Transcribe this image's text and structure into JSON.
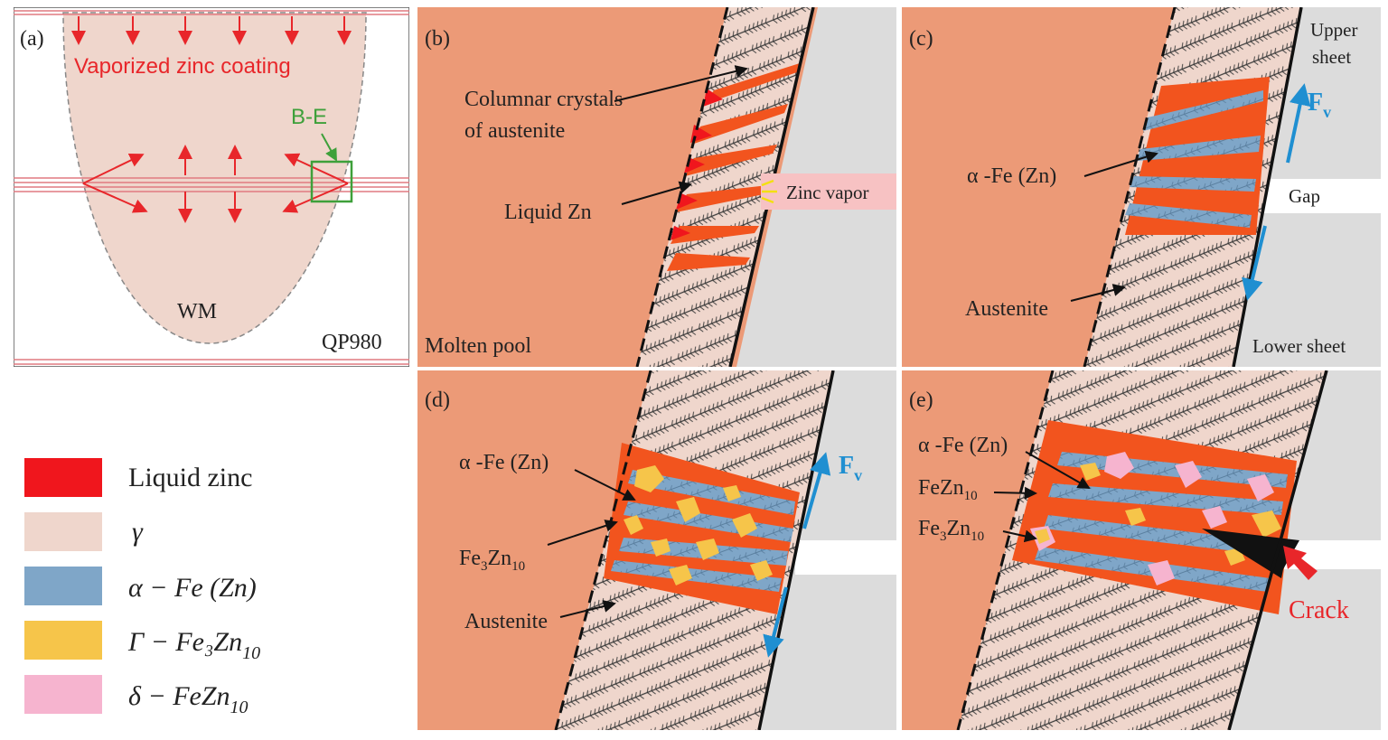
{
  "panel_a": {
    "label": "(a)",
    "coating_text": "Vaporized zinc coating",
    "box_label": "B-E",
    "wm_label": "WM",
    "material": "QP980"
  },
  "panel_b": {
    "label": "(b)",
    "columnar_line1": "Columnar crystals",
    "columnar_line2": "of austenite",
    "liquid_zn": "Liquid Zn",
    "zinc_vapor": "Zinc vapor",
    "molten_pool": "Molten pool"
  },
  "panel_c": {
    "label": "(c)",
    "upper_line1": "Upper",
    "upper_line2": "sheet",
    "fv": "F",
    "fv_sub": "v",
    "alpha": "α -Fe (Zn)",
    "gap": "Gap",
    "austenite": "Austenite",
    "lower": "Lower sheet"
  },
  "panel_d": {
    "label": "(d)",
    "alpha": "α -Fe (Zn)",
    "fe3zn_main": "Fe",
    "fe3zn_sub1": "3",
    "fe3zn_mid": "Zn",
    "fe3zn_sub2": "10",
    "austenite": "Austenite",
    "fv": "F",
    "fv_sub": "v"
  },
  "panel_e": {
    "label": "(e)",
    "alpha": "α -Fe (Zn)",
    "fezn_main": "FeZn",
    "fezn_sub": "10",
    "fe3zn_main": "Fe",
    "fe3zn_sub1": "3",
    "fe3zn_mid": "Zn",
    "fe3zn_sub2": "10",
    "crack": "Crack"
  },
  "legend": {
    "items": [
      {
        "text": "Liquid zinc",
        "sub": "",
        "color": "#f0161d"
      },
      {
        "text": "γ",
        "sub": "",
        "color": "#efd6cc"
      },
      {
        "text": "α − Fe (Zn)",
        "sub": "",
        "color": "#7fa6c8"
      },
      {
        "text": "Γ − Fe₃Zn",
        "sub": "10",
        "color": "#f6c54a"
      },
      {
        "text": "δ − FeZn",
        "sub": "10",
        "color": "#f6b4cf"
      }
    ]
  },
  "colors": {
    "molten": "#ec9a77",
    "gamma": "#efd6cc",
    "liquid_zinc": "#f0161d",
    "orange_zinc": "#f2541e",
    "alpha": "#7fa6c8",
    "gamma_phase": "#f6c54a",
    "delta_phase": "#f6b4cf",
    "sheet_gray": "#dcdcdc",
    "arrow_red": "#e8262a",
    "arrow_blue": "#1f8fd1",
    "green": "#3ea03a"
  }
}
